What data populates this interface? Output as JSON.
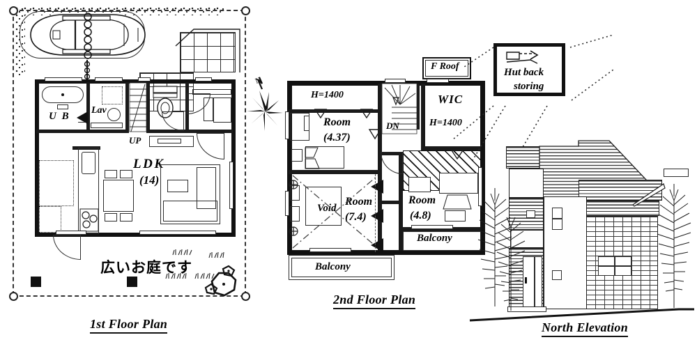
{
  "sheet": {
    "kind": "real-estate-floorplan-sheet",
    "background_color": "#ffffff",
    "ink_color": "#111111"
  },
  "plan_titles": {
    "first": "1st Floor Plan",
    "second": "2nd Floor Plan",
    "elevation": "North Elevation"
  },
  "first_floor": {
    "rooms": [
      {
        "name": "unit-bath",
        "label": "U B",
        "area": ""
      },
      {
        "name": "lavatory",
        "label": "Lav",
        "area": ""
      },
      {
        "name": "stair-up",
        "label": "UP",
        "area": ""
      },
      {
        "name": "living-dining-kitchen",
        "label": "LDK",
        "area": "(14)"
      }
    ],
    "ldk_label": "LDK",
    "ldk_area": "(14)",
    "ub_label": "U B",
    "lav_label": "Lav",
    "up_label": "UP",
    "garden_note_jp": "広いお庭です",
    "features": [
      "car-parking-space",
      "entrance-porch",
      "garden",
      "shrub",
      "gravel-border"
    ]
  },
  "second_floor": {
    "rooms": [
      {
        "name": "room-north-west",
        "label": "Room",
        "area": "(4.37)",
        "ceiling": "H=1400"
      },
      {
        "name": "walk-in-closet",
        "label": "WIC",
        "area": "",
        "ceiling": "H=1400"
      },
      {
        "name": "room-south-west",
        "label": "Room",
        "area": "(7.4)",
        "ceiling": ""
      },
      {
        "name": "room-south-east",
        "label": "Room",
        "area": "(4.8)",
        "ceiling": ""
      }
    ],
    "h1400_top": "H=1400",
    "h1400_wic": "H=1400",
    "room1_label": "Room",
    "room1_area": "(4.37)",
    "wic_label": "WIC",
    "room2_label": "Room",
    "room2_area": "(7.4)",
    "room3_label": "Room",
    "room3_area": "(4.8)",
    "void_label": "Void",
    "stair_down_label": "DN",
    "f_roof_label": "F Roof",
    "balcony_left_label": "Balcony",
    "balcony_right_label": "Balcony"
  },
  "callout": {
    "hut_back_storing_line1": "Hut back",
    "hut_back_storing_line2": "storing",
    "hut_back_storing": "Hut back storing"
  },
  "compass": {
    "north_label": "N"
  },
  "elevation": {
    "materials": [
      "horizontal-siding",
      "brick-veneer",
      "stucco-panel"
    ],
    "features": [
      "gable-roof",
      "entry-door",
      "windows",
      "poplar-tree-left",
      "poplar-tree-right",
      "ground-line"
    ]
  }
}
